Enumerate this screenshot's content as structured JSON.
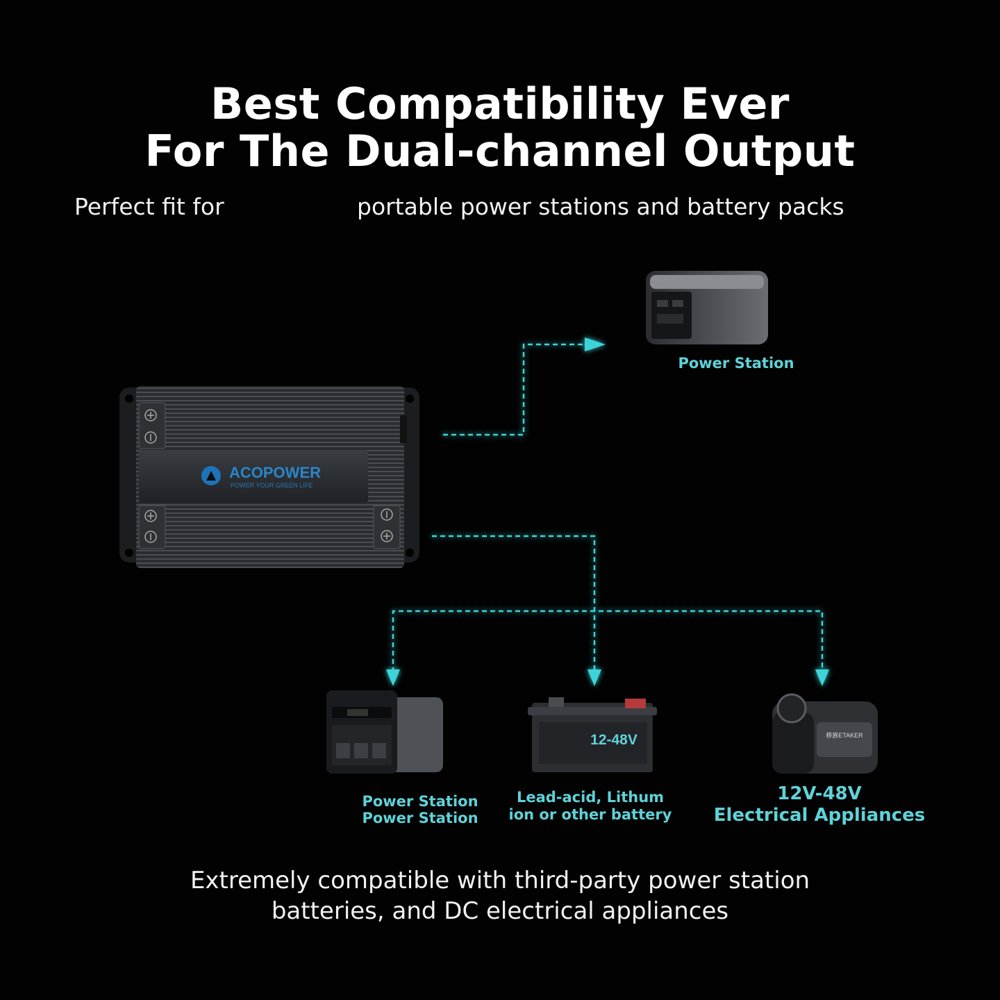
{
  "headline": {
    "line1": "Best Compatibility Ever",
    "line2": "For The Dual-channel Output"
  },
  "subtitle": {
    "left": "Perfect fit for",
    "right": "portable power stations and battery packs"
  },
  "device": {
    "brand": "ACOPOWER",
    "tagline": "POWER YOUR GREEN LIFE"
  },
  "targets": {
    "power_station_top": "Power Station",
    "power_station_bottom_line1": "Power Station",
    "power_station_bottom_line2": "Power Station",
    "battery_voltage": "12-48V",
    "battery_line1": "Lead-acid, Lithum",
    "battery_line2": "ion  or other battery",
    "appliance_line1": "12V-48V",
    "appliance_line2": "Electrical Appliances",
    "appliance_brand": "移族ETAKER"
  },
  "footer": {
    "line1": "Extremely compatible with third-party power station",
    "line2": "batteries, and DC electrical appliances"
  },
  "colors": {
    "background": "#020202",
    "accent": "#3cd4d9",
    "label": "#5fd2d8",
    "text": "#ffffff"
  }
}
